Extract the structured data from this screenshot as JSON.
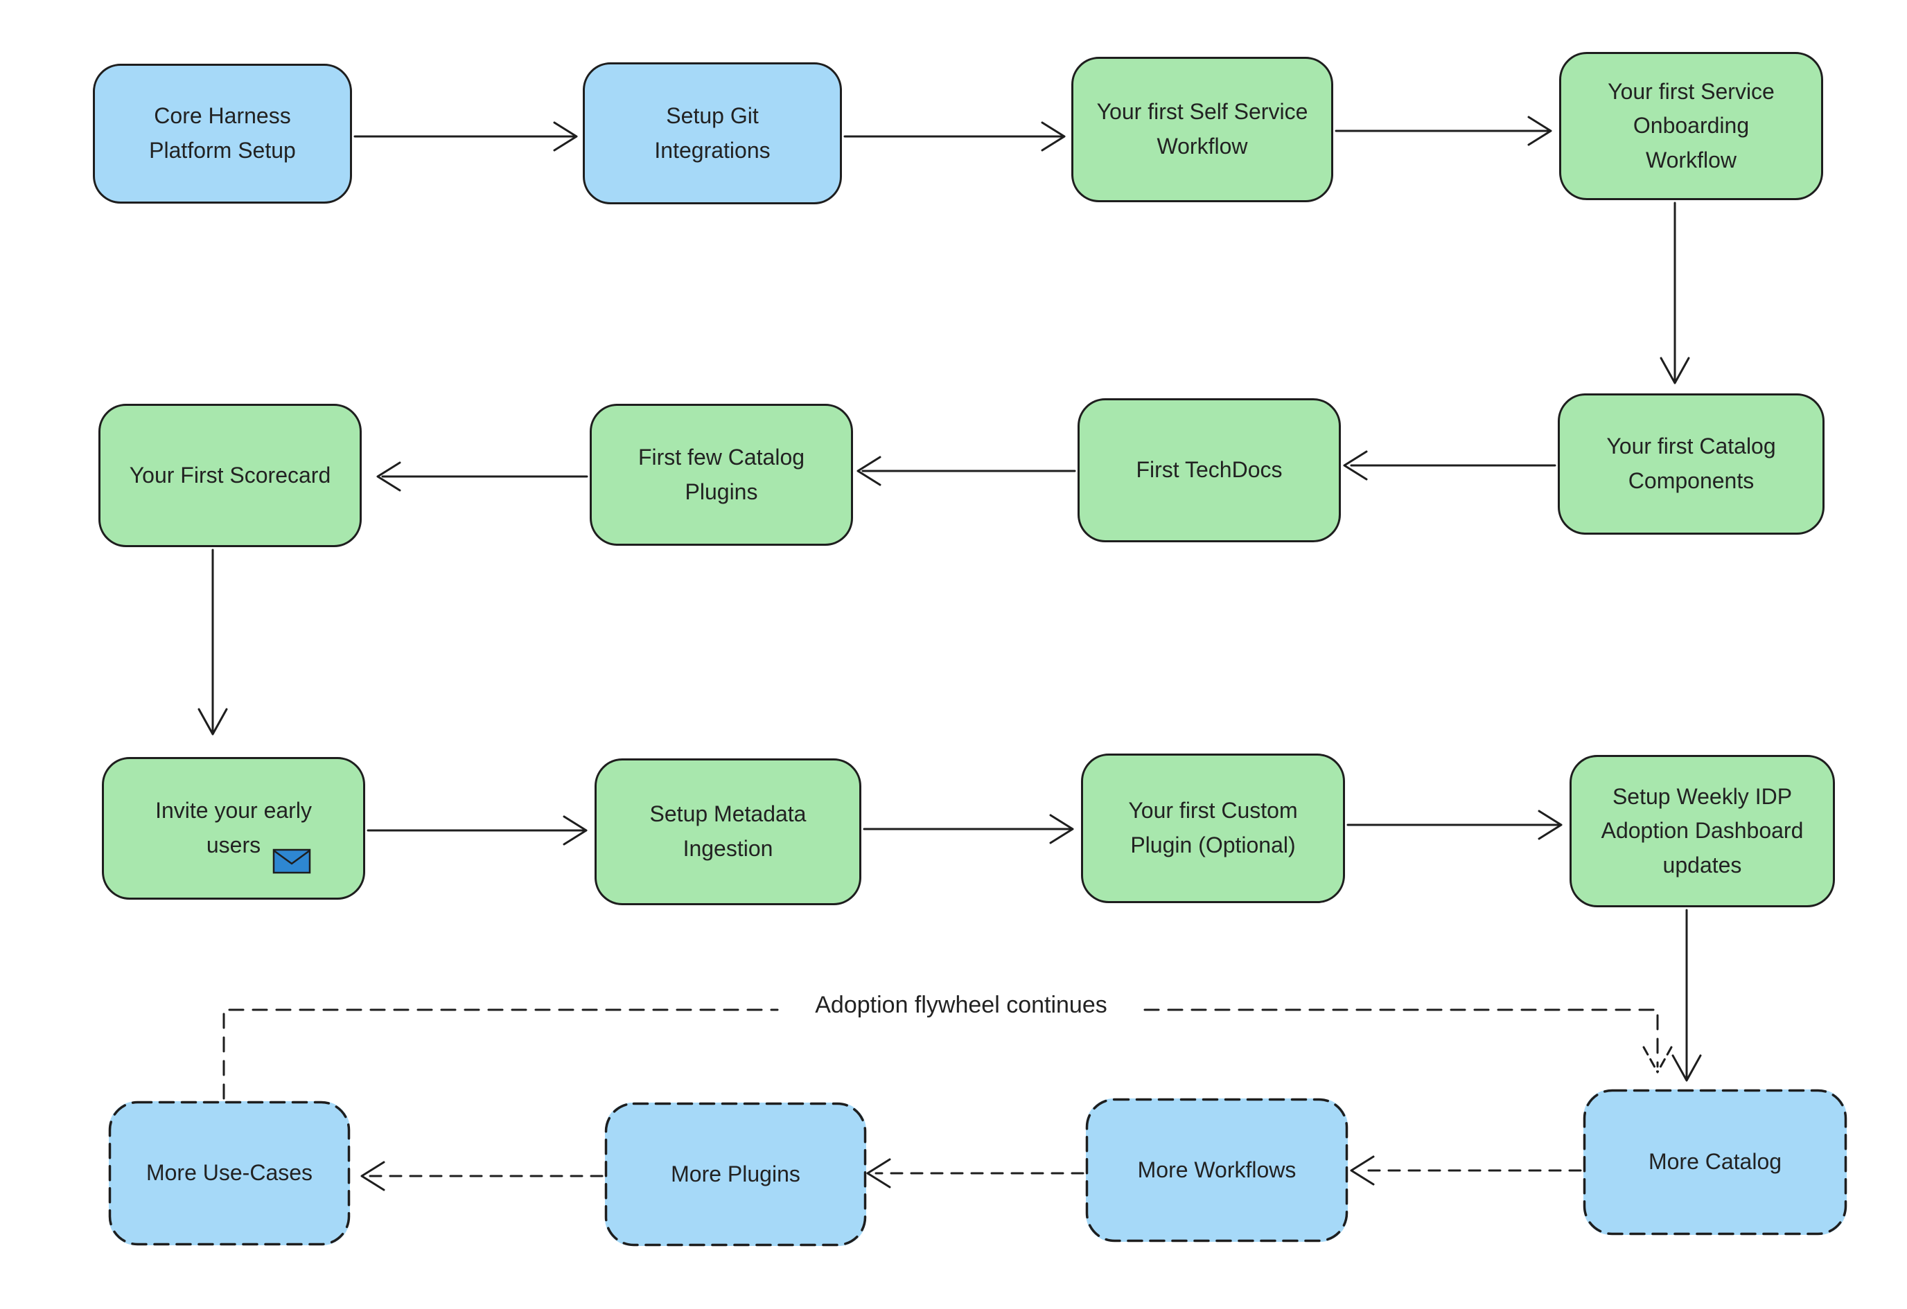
{
  "diagram_title": "",
  "colors": {
    "background": "#ffffff",
    "node_blue": "#a6d9f8",
    "node_green": "#a8e7ad",
    "stroke": "#1e1e1e",
    "text": "#222222",
    "envelope_blue": "#2e87d2"
  },
  "nodes": {
    "core_harness": {
      "label": "Core Harness\nPlatform Setup",
      "style": "blue-solid"
    },
    "setup_git": {
      "label": "Setup Git\nIntegrations",
      "style": "blue-solid"
    },
    "self_service_workflow": {
      "label": "Your first Self Service\nWorkflow",
      "style": "green-solid"
    },
    "service_onboarding_workflow": {
      "label": "Your first Service\nOnboarding\nWorkflow",
      "style": "green-solid"
    },
    "catalog_components": {
      "label": "Your first Catalog\nComponents",
      "style": "green-solid"
    },
    "techdocs": {
      "label": "First TechDocs",
      "style": "green-solid"
    },
    "catalog_plugins": {
      "label": "First few Catalog\nPlugins",
      "style": "green-solid"
    },
    "scorecard": {
      "label": "Your First Scorecard",
      "style": "green-solid"
    },
    "invite_early_users": {
      "label": "Invite your early\nusers",
      "style": "green-solid",
      "icon": "envelope-icon"
    },
    "metadata_ingestion": {
      "label": "Setup Metadata\nIngestion",
      "style": "green-solid"
    },
    "custom_plugin": {
      "label": "Your first Custom\nPlugin (Optional)",
      "style": "green-solid"
    },
    "weekly_idp_dashboard": {
      "label": "Setup Weekly IDP\nAdoption Dashboard\nupdates",
      "style": "green-solid"
    },
    "more_catalog": {
      "label": "More Catalog",
      "style": "blue-dashed"
    },
    "more_workflows": {
      "label": "More Workflows",
      "style": "blue-dashed"
    },
    "more_plugins": {
      "label": "More Plugins",
      "style": "blue-dashed"
    },
    "more_use_cases": {
      "label": "More Use-Cases",
      "style": "blue-dashed"
    }
  },
  "annotations": {
    "flywheel_label": "Adoption flywheel continues"
  },
  "edges": [
    {
      "from": "core_harness",
      "to": "setup_git",
      "style": "solid"
    },
    {
      "from": "setup_git",
      "to": "self_service_workflow",
      "style": "solid"
    },
    {
      "from": "self_service_workflow",
      "to": "service_onboarding_workflow",
      "style": "solid"
    },
    {
      "from": "service_onboarding_workflow",
      "to": "catalog_components",
      "style": "solid"
    },
    {
      "from": "catalog_components",
      "to": "techdocs",
      "style": "solid"
    },
    {
      "from": "techdocs",
      "to": "catalog_plugins",
      "style": "solid"
    },
    {
      "from": "catalog_plugins",
      "to": "scorecard",
      "style": "solid"
    },
    {
      "from": "scorecard",
      "to": "invite_early_users",
      "style": "solid"
    },
    {
      "from": "invite_early_users",
      "to": "metadata_ingestion",
      "style": "solid"
    },
    {
      "from": "metadata_ingestion",
      "to": "custom_plugin",
      "style": "solid"
    },
    {
      "from": "custom_plugin",
      "to": "weekly_idp_dashboard",
      "style": "solid"
    },
    {
      "from": "weekly_idp_dashboard",
      "to": "more_catalog",
      "style": "solid"
    },
    {
      "from": "more_catalog",
      "to": "more_workflows",
      "style": "dashed"
    },
    {
      "from": "more_workflows",
      "to": "more_plugins",
      "style": "dashed"
    },
    {
      "from": "more_plugins",
      "to": "more_use_cases",
      "style": "dashed"
    },
    {
      "from": "more_use_cases",
      "to": "more_catalog",
      "style": "dashed-loop",
      "label": "Adoption flywheel continues"
    }
  ]
}
